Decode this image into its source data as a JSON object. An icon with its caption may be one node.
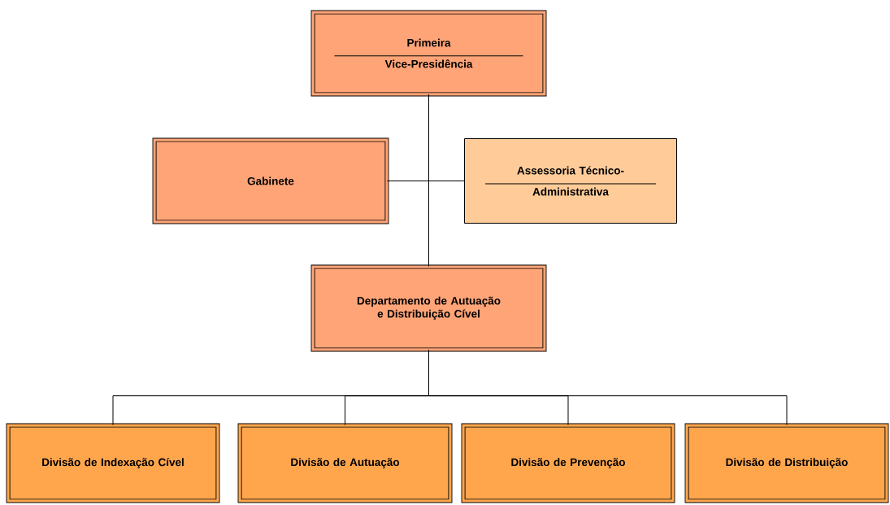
{
  "diagram": {
    "nodes": [
      {
        "text": [
          "Primeira",
          "Vice-Presidência"
        ]
      },
      {
        "text": [
          "Gabinete"
        ]
      },
      {
        "text": [
          "Assessoria Técnico-",
          "Administrativa"
        ]
      },
      {
        "text": [
          "Departamento de Autuação e Distribuição Cível"
        ]
      },
      {
        "text": [
          "Divisão de Indexação Cível"
        ]
      },
      {
        "text": [
          "Divisão de Autuação"
        ]
      },
      {
        "text": [
          "Divisão de Prevenção"
        ]
      },
      {
        "text": [
          "Divisão de Distribuição"
        ]
      }
    ],
    "edges": [
      {
        "from": 0,
        "to": 3,
        "arrow": "none"
      },
      {
        "from": 0,
        "to": 1,
        "arrow": "none"
      },
      {
        "from": 0,
        "to": 2,
        "arrow": "none"
      },
      {
        "from": 3,
        "to": 4,
        "arrow": "none"
      },
      {
        "from": 3,
        "to": 5,
        "arrow": "none"
      },
      {
        "from": 3,
        "to": 6,
        "arrow": "none"
      },
      {
        "from": 3,
        "to": 7,
        "arrow": "none"
      }
    ]
  }
}
